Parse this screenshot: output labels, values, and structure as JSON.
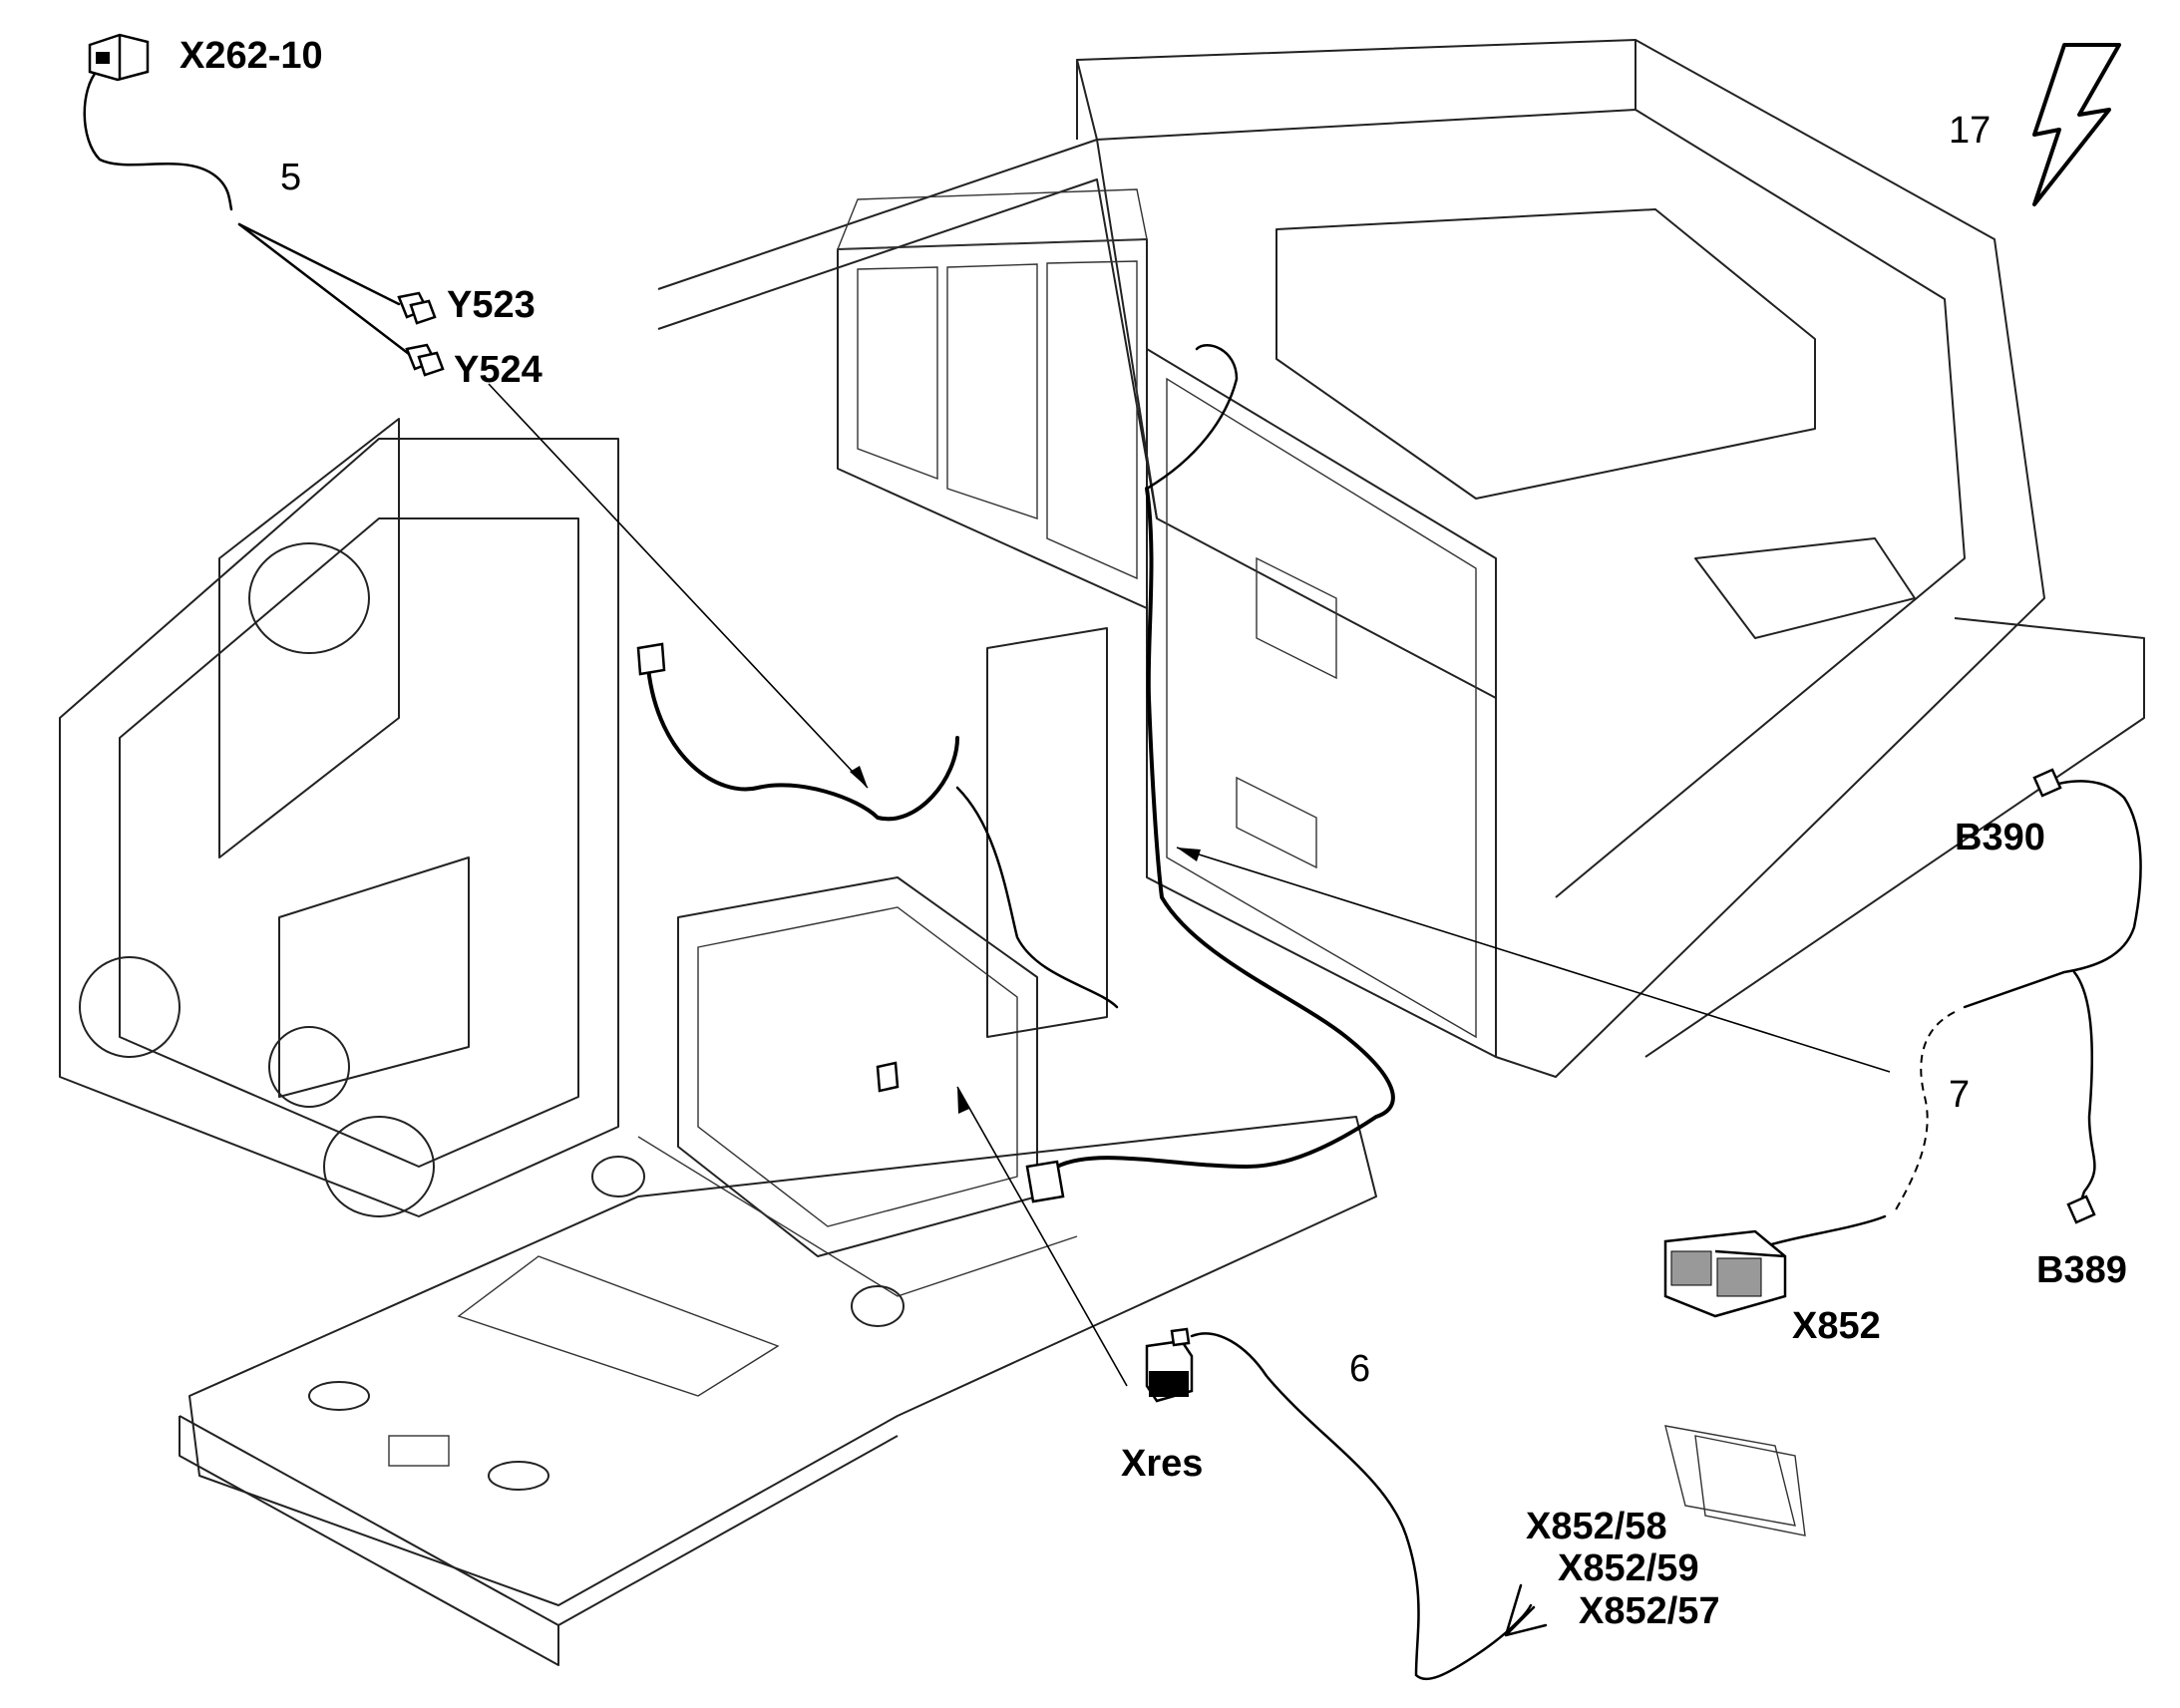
{
  "diagram": {
    "labels": {
      "x262_10": "X262-10",
      "y523": "Y523",
      "y524": "Y524",
      "b390": "B390",
      "b389": "B389",
      "x852": "X852",
      "xres": "Xres",
      "x852_58": "X852/58",
      "x852_59": "X852/59",
      "x852_57": "X852/57"
    },
    "callouts": {
      "c5": "5",
      "c6": "6",
      "c7": "7",
      "c17": "17"
    },
    "icons": {
      "electrical": "lightning-bolt-icon"
    }
  }
}
